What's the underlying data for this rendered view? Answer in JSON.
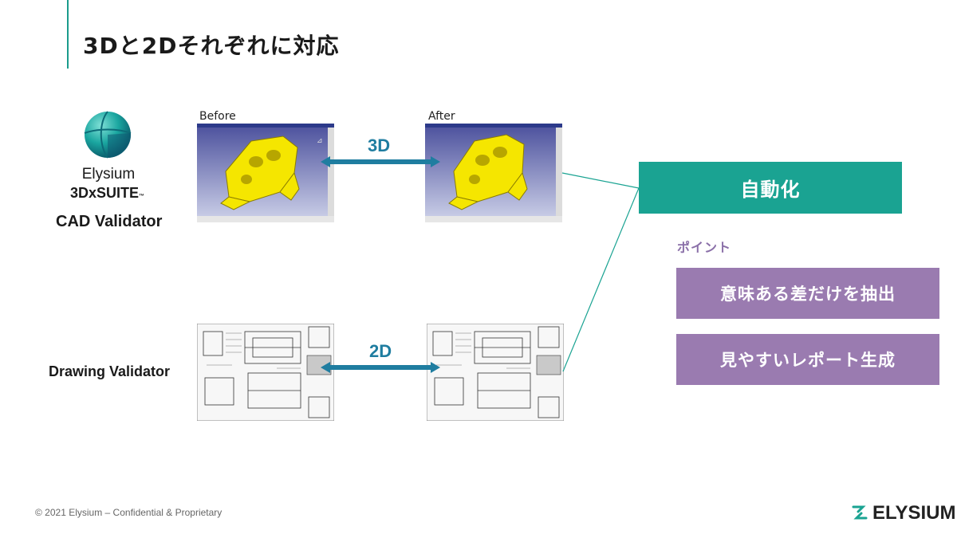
{
  "slide": {
    "title": "3Dと2Dそれぞれに対応"
  },
  "product": {
    "brand_name": "Elysium",
    "suite_name": "3DxSUITE",
    "suite_mark": "™",
    "cad_label": "CAD Validator",
    "drawing_label": "Drawing Validator"
  },
  "compare": {
    "before_caption": "Before",
    "after_caption": "After",
    "label_3d": "3D",
    "label_2d": "2D"
  },
  "right_panel": {
    "auto_label": "自動化",
    "point_label": "ポイント",
    "points": [
      "意味ある差だけを抽出",
      "見やすいレポート生成"
    ]
  },
  "footer": {
    "copyright": "© 2021 Elysium – Confidential & Proprietary",
    "brand_wordmark": "ELYSIUM"
  },
  "colors": {
    "teal": "#1aa392",
    "arrow_blue": "#1f7da0",
    "purple": "#9a7bb0",
    "part_yellow": "#f5e600"
  },
  "icons": [
    "elysium-globe-icon",
    "elysium-logo-icon"
  ]
}
